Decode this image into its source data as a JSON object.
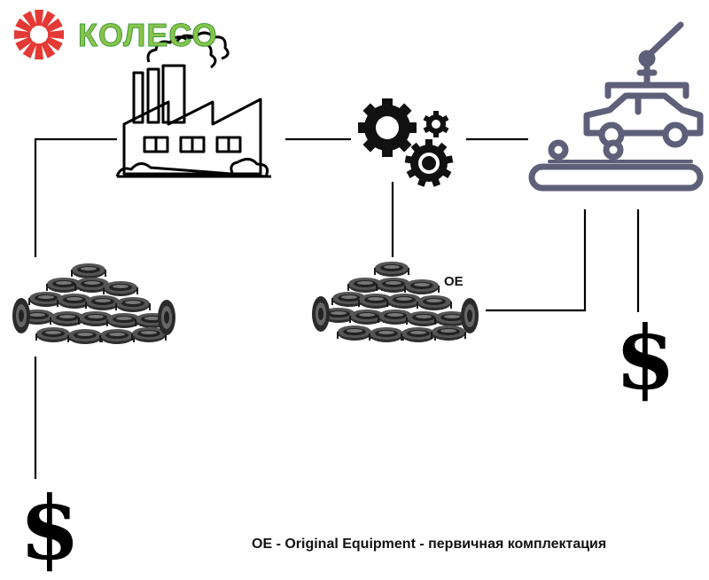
{
  "logo": {
    "text": "КОЛЕСО",
    "text_color": "#8bc34a",
    "mark_color": "#e53935"
  },
  "labels": {
    "oe": "OE",
    "footnote": "OE - Original Equipment - первичная комплектация"
  },
  "symbols": {
    "dollar": "$"
  },
  "nodes": [
    {
      "id": "factory",
      "icon": "factory-icon"
    },
    {
      "id": "gears",
      "icon": "gears-icon"
    },
    {
      "id": "car-assembly",
      "icon": "car-assembly-line-icon"
    },
    {
      "id": "tires-left",
      "icon": "tire-pile-icon"
    },
    {
      "id": "tires-oe",
      "icon": "tire-pile-icon"
    },
    {
      "id": "dollar-left",
      "icon": "dollar-icon"
    },
    {
      "id": "dollar-right",
      "icon": "dollar-icon"
    }
  ],
  "edges": [
    {
      "from": "factory",
      "to": "tires-left"
    },
    {
      "from": "tires-left",
      "to": "dollar-left"
    },
    {
      "from": "factory",
      "to": "gears"
    },
    {
      "from": "gears",
      "to": "car-assembly"
    },
    {
      "from": "gears",
      "to": "tires-oe"
    },
    {
      "from": "tires-oe",
      "to": "car-assembly"
    },
    {
      "from": "car-assembly",
      "to": "dollar-right"
    }
  ],
  "colors": {
    "line": "#000000",
    "assembly": "#5e5f78",
    "tire": "#3a3a3a"
  }
}
